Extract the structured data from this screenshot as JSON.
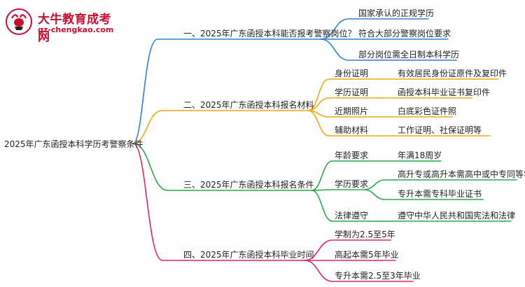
{
  "logo": {
    "title": "大牛教育成考网",
    "url": "gz-chengkao.com"
  },
  "mindmap": {
    "root": "2025年广东函授本科学历考警察条件",
    "branches": [
      {
        "label": "一、2025年广东函授本科能否报考警察岗位？",
        "color": "#2f80d8",
        "children": [
          {
            "label": "国家承认的正规学历"
          },
          {
            "label": "符合大部分警察岗位要求"
          },
          {
            "label": "部分岗位需全日制本科学历"
          }
        ]
      },
      {
        "label": "二、2025年广东函授本科报名材料",
        "color": "#f2a516",
        "children": [
          {
            "label": "身份证明",
            "children": [
              "有效居民身份证原件及复印件"
            ]
          },
          {
            "label": "学历证明",
            "children": [
              "函授本科毕业证书复印件"
            ]
          },
          {
            "label": "近期照片",
            "children": [
              "白底彩色证件照"
            ]
          },
          {
            "label": "辅助材料",
            "children": [
              "工作证明、社保证明等"
            ]
          }
        ]
      },
      {
        "label": "三、2025年广东函授本科报名条件",
        "color": "#2aa84a",
        "children": [
          {
            "label": "年龄要求",
            "children": [
              "年满18周岁"
            ]
          },
          {
            "label": "学历要求",
            "children": [
              "高升专或高升本需高中或中专同等学历",
              "专升本需专科毕业证书"
            ]
          },
          {
            "label": "法律遵守",
            "children": [
              "遵守中华人民共和国宪法和法律"
            ]
          }
        ]
      },
      {
        "label": "四、2025年广东函授本科毕业时间",
        "color": "#e2236f",
        "children": [
          {
            "label": "学制为2.5至5年"
          },
          {
            "label": "高起本需5年毕业"
          },
          {
            "label": "专升本需2.5至3年毕业"
          }
        ]
      }
    ]
  }
}
